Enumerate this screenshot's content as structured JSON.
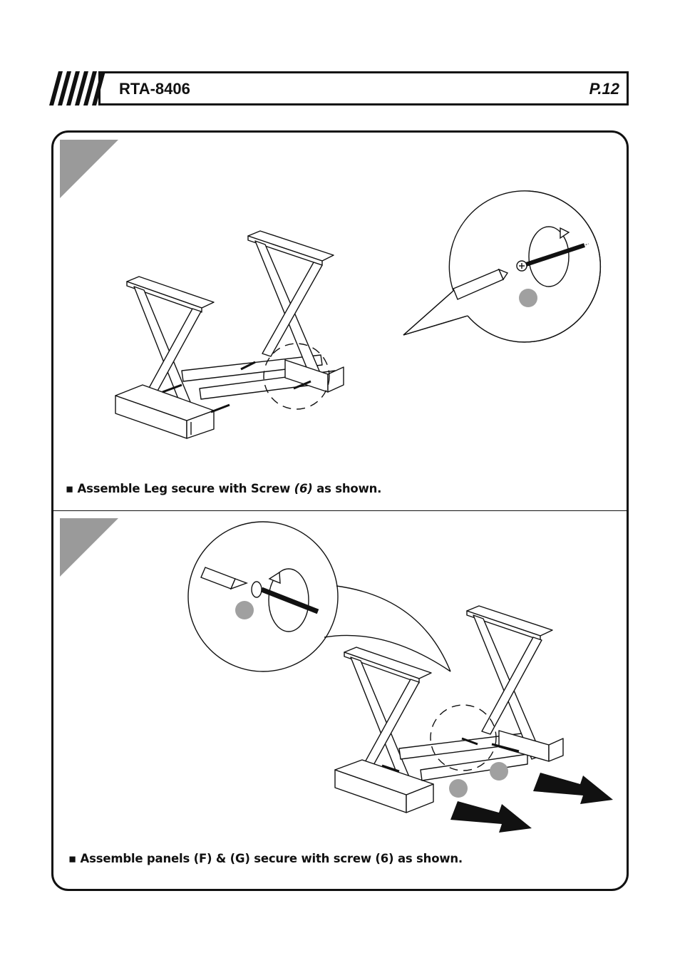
{
  "header": {
    "model": "RTA-8406",
    "page": "P.12"
  },
  "steps": [
    {
      "parts": [
        {
          "text": "▪ Assemble  Leg secure with Screw "
        },
        {
          "text": "(6)"
        },
        {
          "text": " as shown."
        }
      ]
    },
    {
      "instruction": "▪ Assemble  panels (F) & (G) secure with screw (6) as shown."
    }
  ],
  "colors": {
    "ink": "#111111",
    "step_badge": "#9a9a9a",
    "callout_dot": "#a0a0a0"
  }
}
